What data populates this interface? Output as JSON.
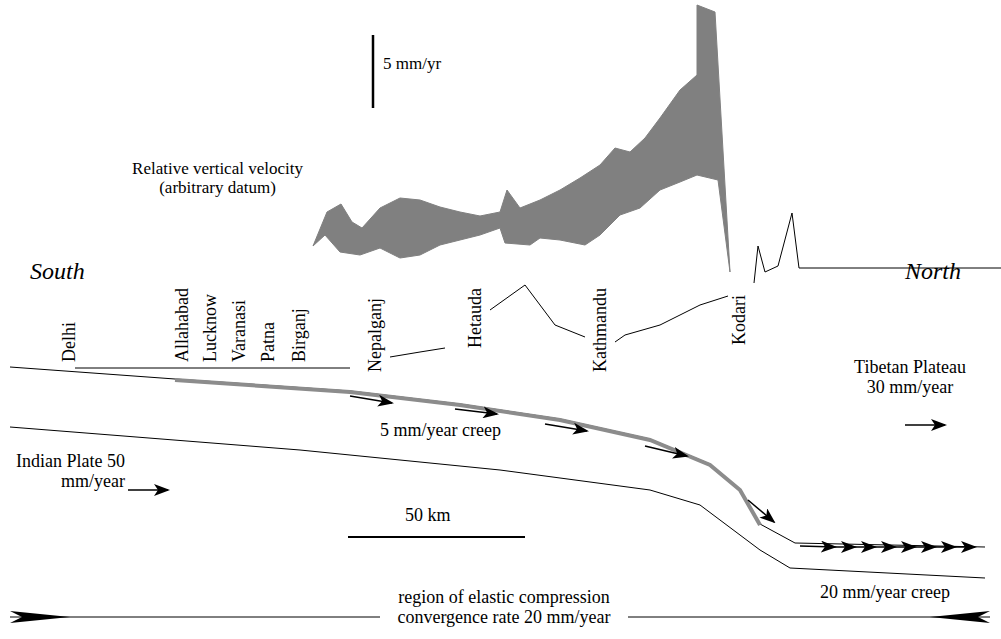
{
  "diagram": {
    "labels": [
      "5 mm/yr",
      "Relative vertical velocity (arbitrary datum)",
      "South",
      "North",
      "Delhi",
      "Allahabad",
      "Lucknow",
      "Varanasi",
      "Patna",
      "Birganj",
      "Nepalganj",
      "Hetauda",
      "Kathmandu",
      "Kodari",
      "Tibetan Plateau 30 mm/year",
      "Indian Plate 50 mm/year",
      "5 mm/year creep",
      "50 km",
      "20 mm/year creep",
      "region of elastic compression convergence rate 20 mm/year"
    ]
  }
}
